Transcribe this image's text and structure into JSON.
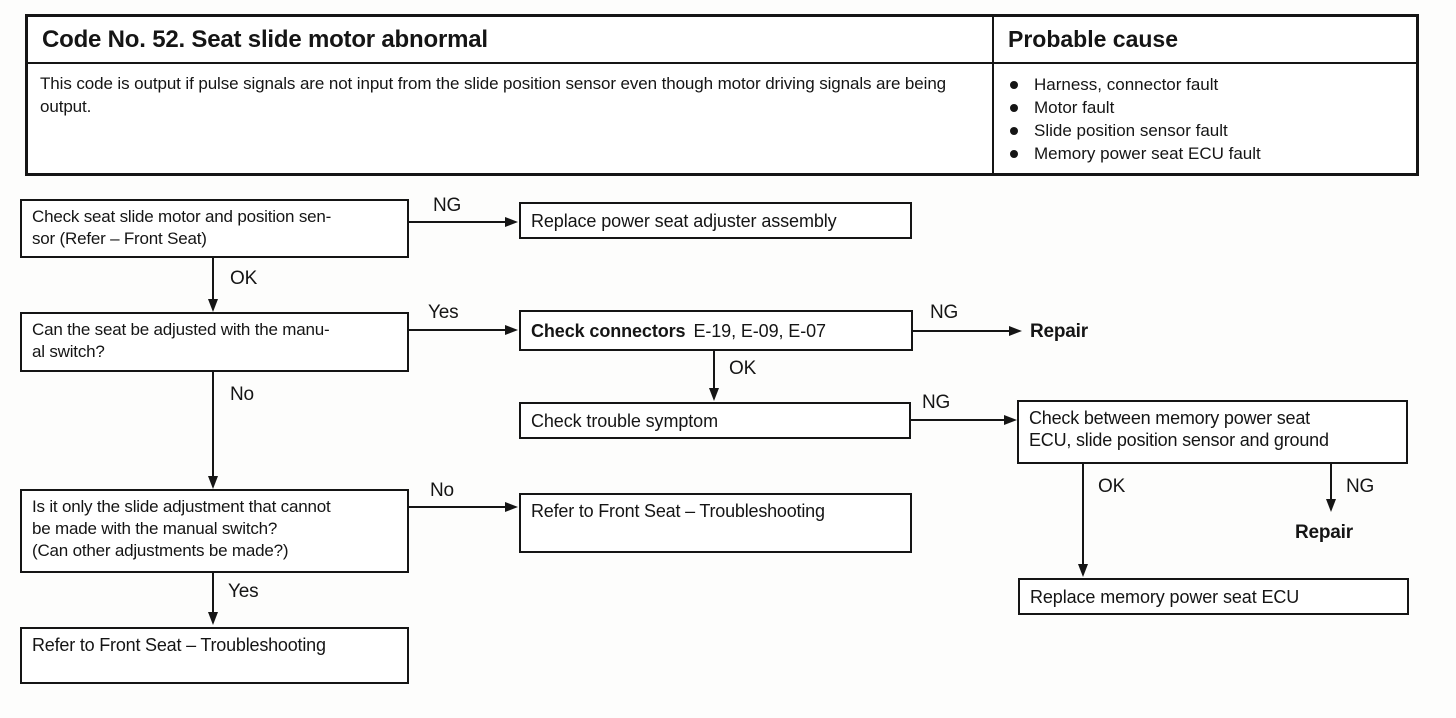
{
  "header": {
    "title": "Code No. 52. Seat slide motor abnormal",
    "description": "This code is output if pulse signals are not input from the slide position sensor even though motor driving signals are being output.",
    "probable_cause_title": "Probable cause",
    "probable_causes": [
      "Harness, connector fault",
      "Motor fault",
      "Slide position sensor fault",
      "Memory power seat ECU fault"
    ]
  },
  "flowchart": {
    "boxes": {
      "check_motor": "Check seat slide motor and position sen-\nsor (Refer – Front Seat)",
      "replace_adjuster": "Replace power seat adjuster assembly",
      "manual_switch": "Can the seat be adjusted with the manu-\nal switch?",
      "check_connectors_bold": "Check connectors",
      "check_connectors_ids": "E-19, E-09, E-07",
      "check_symptom": "Check trouble symptom",
      "ecu_ground": "Check between memory power seat\nECU, slide position sensor and ground",
      "refer_mid": "Refer to Front Seat – Troubleshooting",
      "replace_ecu": "Replace memory power seat ECU",
      "refer_bottom": "Refer to Front Seat – Troubleshooting"
    },
    "labels": {
      "ng_motor": "NG",
      "ok_motor": "OK",
      "yes_manual": "Yes",
      "no_manual": "No",
      "ng_connectors": "NG",
      "repair_connectors": "Repair",
      "ok_connectors": "OK",
      "ng_symptom": "NG",
      "ok_ecu": "OK",
      "ng_ecu": "NG",
      "repair_ecu": "Repair",
      "no_slide": "No",
      "yes_slide": "Yes"
    }
  }
}
